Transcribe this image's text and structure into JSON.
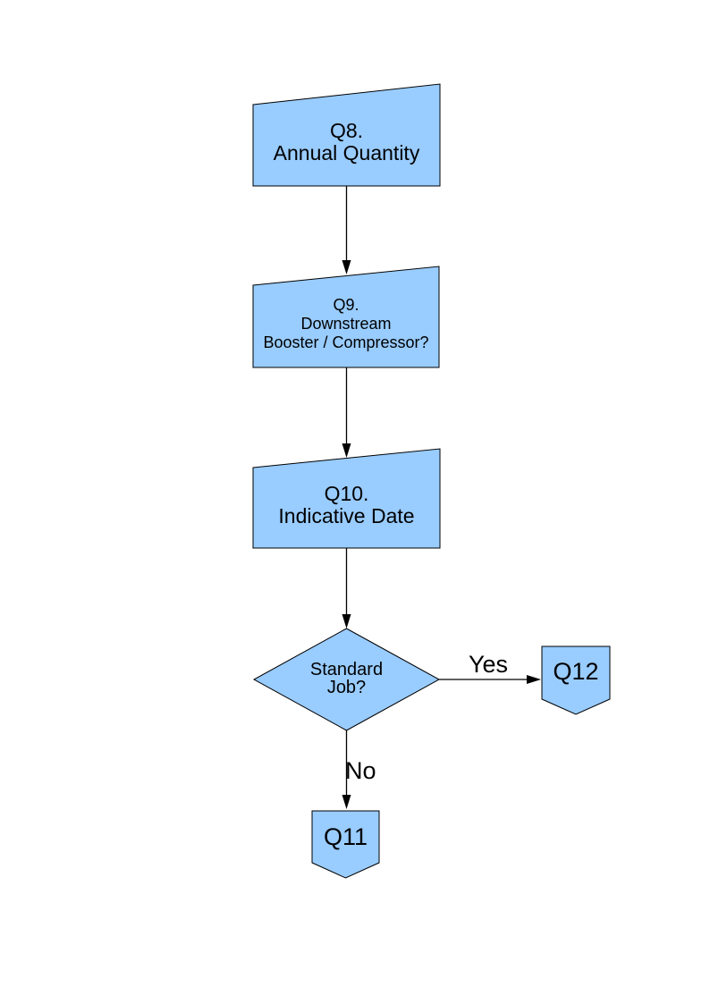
{
  "colors": {
    "node_fill": "#99CCFF",
    "node_border": "#000000",
    "connector": "#000000",
    "page_background": "#FFFFFF"
  },
  "nodes": {
    "q8": {
      "type": "manual-input-box",
      "lines": [
        "Q8.",
        "Annual Quantity"
      ]
    },
    "q9": {
      "type": "manual-input-box",
      "lines": [
        "Q9.",
        "Downstream",
        "Booster / Compressor?"
      ]
    },
    "q10": {
      "type": "manual-input-box",
      "lines": [
        "Q10.",
        "Indicative Date"
      ]
    },
    "decision": {
      "type": "decision-diamond",
      "lines": [
        "Standard",
        "Job?"
      ]
    },
    "q12": {
      "type": "off-page-connector",
      "label": "Q12"
    },
    "q11": {
      "type": "off-page-connector",
      "label": "Q11"
    }
  },
  "edges": {
    "yes_label": "Yes",
    "no_label": "No"
  }
}
